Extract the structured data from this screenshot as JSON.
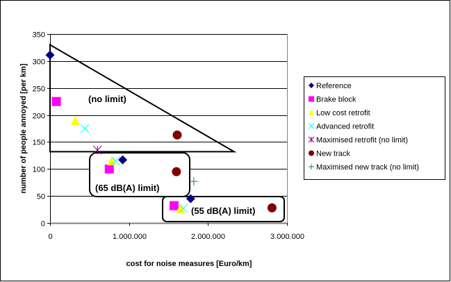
{
  "chart_data": {
    "type": "scatter",
    "title": "",
    "xlabel": "cost for noise measures [Euro/km]",
    "ylabel": "number of people annoyed [per km]",
    "xlim": [
      0,
      3000000
    ],
    "ylim": [
      0,
      350
    ],
    "xticks": [
      0,
      1000000,
      2000000,
      3000000
    ],
    "xtick_labels": [
      "0",
      "1.000.000",
      "2.000.000",
      "3.000.000"
    ],
    "yticks": [
      0,
      50,
      100,
      150,
      200,
      250,
      300,
      350
    ],
    "ytick_labels": [
      "0",
      "50",
      "100",
      "150",
      "200",
      "250",
      "300",
      "350"
    ],
    "grid": "horizontal",
    "legend_position": "right",
    "series": [
      {
        "name": "Reference",
        "marker": "diamond",
        "color": "#000080",
        "points": [
          [
            0,
            311
          ],
          [
            920000,
            117
          ],
          [
            1780000,
            45
          ]
        ]
      },
      {
        "name": "Brake block",
        "marker": "square",
        "color": "#FF00FF",
        "points": [
          [
            80000,
            225
          ],
          [
            750000,
            100
          ],
          [
            1570000,
            32
          ]
        ]
      },
      {
        "name": "Low cost retrofit",
        "marker": "triangle",
        "color": "#FFFF00",
        "points": [
          [
            320000,
            190
          ],
          [
            780000,
            115
          ],
          [
            1650000,
            27
          ]
        ]
      },
      {
        "name": "Advanced retrofit",
        "marker": "x",
        "color": "#00FFFF",
        "points": [
          [
            440000,
            175
          ],
          [
            830000,
            115
          ],
          [
            1690000,
            27
          ]
        ]
      },
      {
        "name": "Maximised retrofit (no limit)",
        "marker": "star",
        "color": "#800080",
        "points": [
          [
            600000,
            135
          ]
        ]
      },
      {
        "name": "New track",
        "marker": "circle",
        "color": "#800000",
        "points": [
          [
            1610000,
            163
          ],
          [
            1600000,
            95
          ],
          [
            2810000,
            28
          ]
        ]
      },
      {
        "name": "Maximised new track (no limit)",
        "marker": "plus",
        "color": "#008080",
        "points": [
          [
            1820000,
            77
          ]
        ]
      }
    ],
    "region_triangle": [
      [
        0,
        330
      ],
      [
        2330000,
        132
      ],
      [
        0,
        132
      ]
    ],
    "annotations": [
      "(no limit)",
      "(65 dB(A) limit)",
      "(55 dB(A) limit)"
    ]
  }
}
